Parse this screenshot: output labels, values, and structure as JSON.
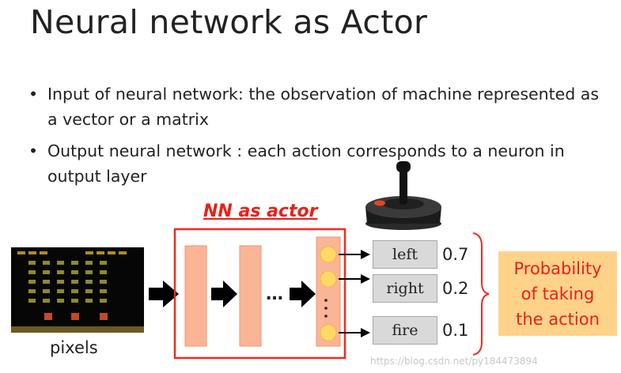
{
  "title": "Neural network as Actor",
  "bullets": [
    {
      "marker": "•",
      "text": "Input of neural network: the observation of machine represented as a vector or a matrix"
    },
    {
      "marker": "•",
      "text": "Output neural network : each action corresponds to a neuron in output layer"
    }
  ],
  "diagram": {
    "input_label": "pixels",
    "nn_label": "NN as actor",
    "hidden_ellipsis": "…",
    "actions": [
      {
        "label": "left",
        "probability": "0.7"
      },
      {
        "label": "right",
        "probability": "0.2"
      },
      {
        "label": "fire",
        "probability": "0.1"
      }
    ],
    "probability_box": [
      "Probability",
      "of taking",
      "the action"
    ]
  },
  "watermark": "https://blog.csdn.net/py184473894",
  "colors": {
    "accent_red": "#e8211a",
    "layer_fill": "#f9b596",
    "neuron_fill": "#ffd966",
    "prob_box": "#ffd28a"
  }
}
